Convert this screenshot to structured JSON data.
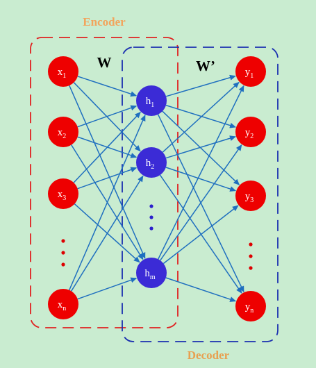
{
  "titles": {
    "encoder": "Encoder",
    "decoder": "Decoder"
  },
  "weights": {
    "encoder": "W",
    "decoder": "W’"
  },
  "input_nodes": [
    {
      "base": "x",
      "sub": "1"
    },
    {
      "base": "x",
      "sub": "2"
    },
    {
      "base": "x",
      "sub": "3"
    },
    {
      "base": "x",
      "sub": "n"
    }
  ],
  "hidden_nodes": [
    {
      "base": "h",
      "sub": "1"
    },
    {
      "base": "h",
      "sub": "2"
    },
    {
      "base": "h",
      "sub": "m"
    }
  ],
  "output_nodes": [
    {
      "base": "y",
      "sub": "1"
    },
    {
      "base": "y",
      "sub": "2"
    },
    {
      "base": "y",
      "sub": "3"
    },
    {
      "base": "y",
      "sub": "n"
    }
  ],
  "colors": {
    "input": "#ee0000",
    "hidden": "#3b2bd6",
    "output": "#ee0000",
    "edge": "#1f6fbf",
    "encoder_box": "#e02020",
    "decoder_box": "#1a2fb0",
    "encoder_title": "#f2a45c",
    "decoder_title": "#e8a050",
    "dots_input": "#dd0000",
    "dots_hidden": "#2a1fcc"
  }
}
